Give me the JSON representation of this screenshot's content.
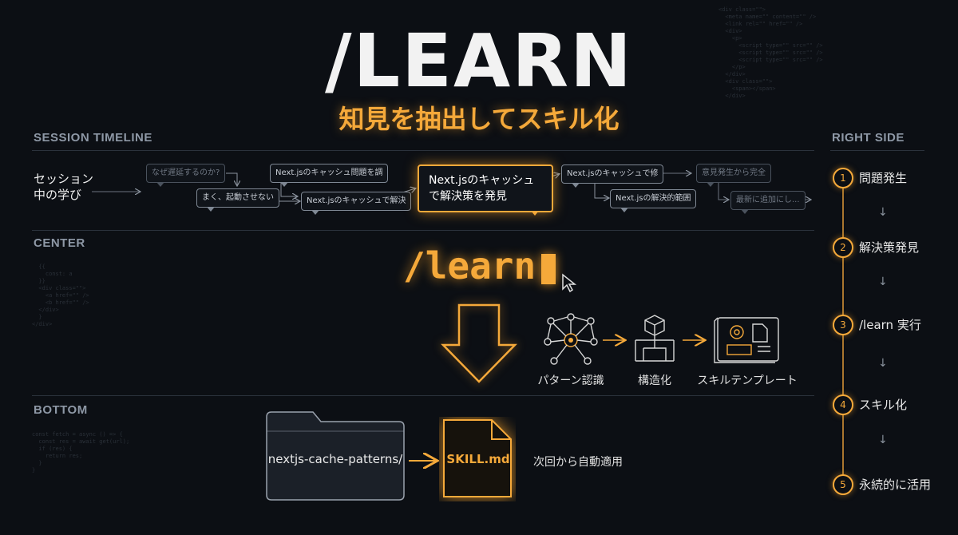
{
  "title": "/LEARN",
  "subtitle": "知見を抽出してスキル化",
  "sections": {
    "timeline": "SESSION TIMELINE",
    "center": "CENTER",
    "bottom": "BOTTOM",
    "right": "RIGHT SIDE"
  },
  "session": {
    "label_line1": "セッション",
    "label_line2": "中の学び",
    "bubbles": [
      "なぜ遅延するのか?",
      "まく、起動させない",
      "Next.jsのキャッシュ問題を調",
      "Next.jsのキャッシュで解決",
      "Next.jsのキャッシュで解決策を発見",
      "Next.jsのキャッシュで修",
      "Next.jsの解決的範囲",
      "意見発生から完全",
      "最新に追加にし..."
    ]
  },
  "command": {
    "text": "/learn"
  },
  "pipeline": {
    "steps": [
      {
        "label": "パターン認識",
        "icon": "network-icon"
      },
      {
        "label": "構造化",
        "icon": "structure-icon"
      },
      {
        "label": "スキルテンプレート",
        "icon": "template-icon"
      }
    ]
  },
  "output": {
    "folder": "nextjs-cache-patterns/",
    "file": "SKILL.md",
    "note": "次回から自動適用"
  },
  "right_steps": [
    {
      "num": "1",
      "label": "問題発生"
    },
    {
      "num": "2",
      "label": "解決策発見"
    },
    {
      "num": "3",
      "label": "/learn 実行"
    },
    {
      "num": "4",
      "label": "スキル化"
    },
    {
      "num": "5",
      "label": "永続的に活用"
    }
  ],
  "colors": {
    "accent": "#f5a93a",
    "background": "#0c0f14",
    "line": "#2b323c"
  }
}
